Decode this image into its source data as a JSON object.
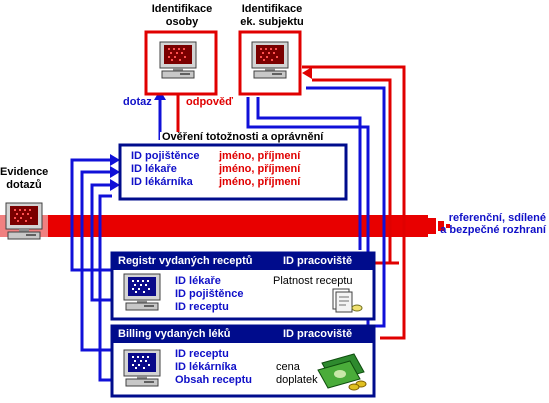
{
  "colors": {
    "red": "#e00000",
    "blue": "#1010d8",
    "navy": "#000c8c",
    "band": "#e80000"
  },
  "identification_persons": {
    "line1": "Identifikace",
    "line2": "osoby"
  },
  "identification_subject": {
    "line1": "Identifikace",
    "line2": "ek. subjektu"
  },
  "evidence": {
    "line1": "Evidence",
    "line2": "dotazů"
  },
  "flow": {
    "query": "dotaz",
    "response": "odpověď"
  },
  "verification": {
    "title": "Ověření totožnosti a oprávnění",
    "rows": [
      {
        "id": "ID pojištěnce",
        "value": "jméno, příjmení"
      },
      {
        "id": "ID lékaře",
        "value": "jméno, příjmení"
      },
      {
        "id": "ID lékárníka",
        "value": "jméno, příjmení"
      }
    ]
  },
  "band": {
    "line1": "referenční, sdílené",
    "line2": "a bezpečné rozhraní"
  },
  "registry": {
    "title": "Registr vydaných receptů",
    "workplace": "ID pracoviště",
    "items": [
      "ID lékaře",
      "ID pojištěnce",
      "ID receptu"
    ],
    "note": "Platnost receptu"
  },
  "billing": {
    "title": "Billing vydaných léků",
    "workplace": "ID pracoviště",
    "items": [
      "ID receptu",
      "ID lékárníka",
      "Obsah receptu"
    ],
    "notes": [
      "cena",
      "doplatek"
    ]
  },
  "icons": [
    "computer-icon",
    "prescription-document-icon",
    "money-icon"
  ]
}
